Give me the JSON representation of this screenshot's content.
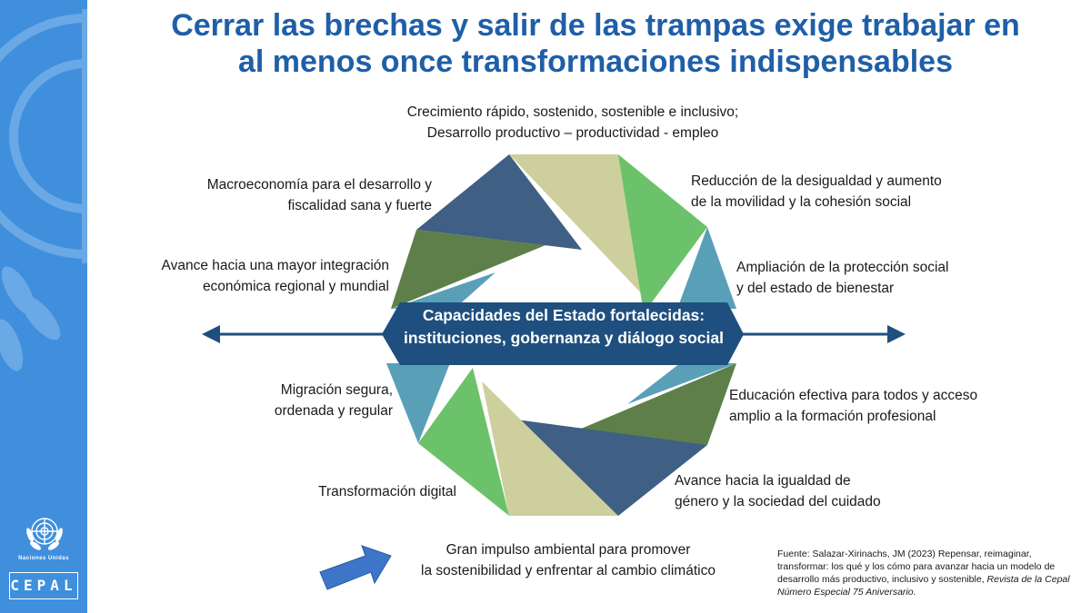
{
  "title": {
    "line1": "Cerrar las brechas y salir de las trampas exige trabajar en",
    "line2": "al menos once transformaciones indispensables"
  },
  "branding": {
    "un_label": "Naciones Unidas",
    "cepal": "CEPAL",
    "sidebar_color": "#3f8fdc"
  },
  "center": {
    "line1": "Capacidades del Estado fortalecidas:",
    "line2": "instituciones, gobernanza y diálogo social"
  },
  "transformations": {
    "top": {
      "line1": "Crecimiento rápido, sostenido, sostenible e inclusivo;",
      "line2": "Desarrollo productivo – productividad - empleo"
    },
    "top_right": {
      "line1": "Reducción de la desigualdad y aumento",
      "line2": "de la movilidad y la cohesión social"
    },
    "right_upper": {
      "line1": "Ampliación de la protección social",
      "line2": "y del estado de bienestar"
    },
    "right_lower": {
      "line1": "Educación efectiva para todos y acceso",
      "line2": "amplio a la formación profesional"
    },
    "bottom_right": {
      "line1": "Avance hacia la igualdad de",
      "line2": "género y la sociedad del cuidado"
    },
    "bottom": {
      "line1": "Gran impulso ambiental para promover",
      "line2": "la sostenibilidad y enfrentar al cambio climático"
    },
    "bottom_left": {
      "line1": "Transformación digital"
    },
    "left_lower": {
      "line1": "Migración segura,",
      "line2": "ordenada y regular"
    },
    "left_upper": {
      "line1": "Avance hacia una mayor integración",
      "line2": "económica regional y mundial"
    },
    "top_left": {
      "line1": "Macroeconomía para el desarrollo y",
      "line2": "fiscalidad sana y fuerte"
    }
  },
  "source": {
    "line1": "Fuente: Salazar-Xirinachs, JM (2023) Repensar, reimaginar,",
    "line2": "transformar: los qué y los cómo para avanzar hacia un modelo de",
    "line3_plain": "desarrollo más productivo, inclusivo y sostenible, ",
    "line3_italic": "Revista de la Cepal",
    "line4": "Número Especial 75 Aniversario."
  },
  "colors": {
    "title": "#1f5fa8",
    "dark_blue": "#3f5f84",
    "beige": "#cdcf9c",
    "bright_green": "#6cc26a",
    "teal": "#5a9fb8",
    "dark_green": "#5e7f4a",
    "banner": "#1e4f7e",
    "axis_arrow": "#1e4f7e",
    "pointer_arrow": "#3d76c9"
  }
}
